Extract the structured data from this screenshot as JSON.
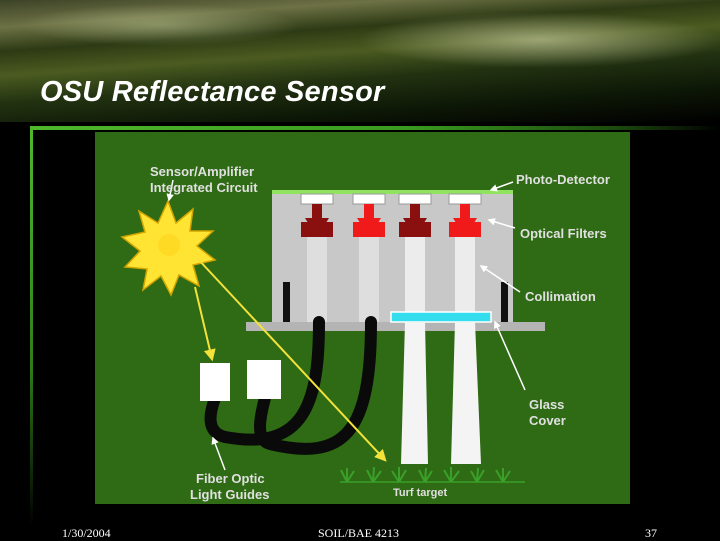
{
  "slide": {
    "title": "OSU Reflectance Sensor",
    "footer": {
      "date": "1/30/2004",
      "course": "SOIL/BAE 4213",
      "page": "37"
    }
  },
  "diagram": {
    "labels": {
      "sensor_amplifier": [
        "Sensor/Amplifier",
        "Integrated Circuit"
      ],
      "photo_detector": "Photo-Detector",
      "optical_filters": "Optical Filters",
      "collimation": "Collimation",
      "glass_cover": [
        "Glass",
        "Cover"
      ],
      "fiber_optic": [
        "Fiber Optic",
        "Light Guides"
      ],
      "turf_target": "Turf target"
    },
    "colors": {
      "background": "#2f6a14",
      "label_text": "#e0e0e0",
      "sun": "#ffe433",
      "arrow": "#f2e23a",
      "circuit_board": "#8fe35e",
      "housing": "#c8c8c8",
      "filter_dark": "#8a0f0f",
      "filter_red": "#f01a1a",
      "glass": "#33ddee",
      "fiber": "#0a0a0a",
      "turf": "#3aa02a"
    }
  }
}
